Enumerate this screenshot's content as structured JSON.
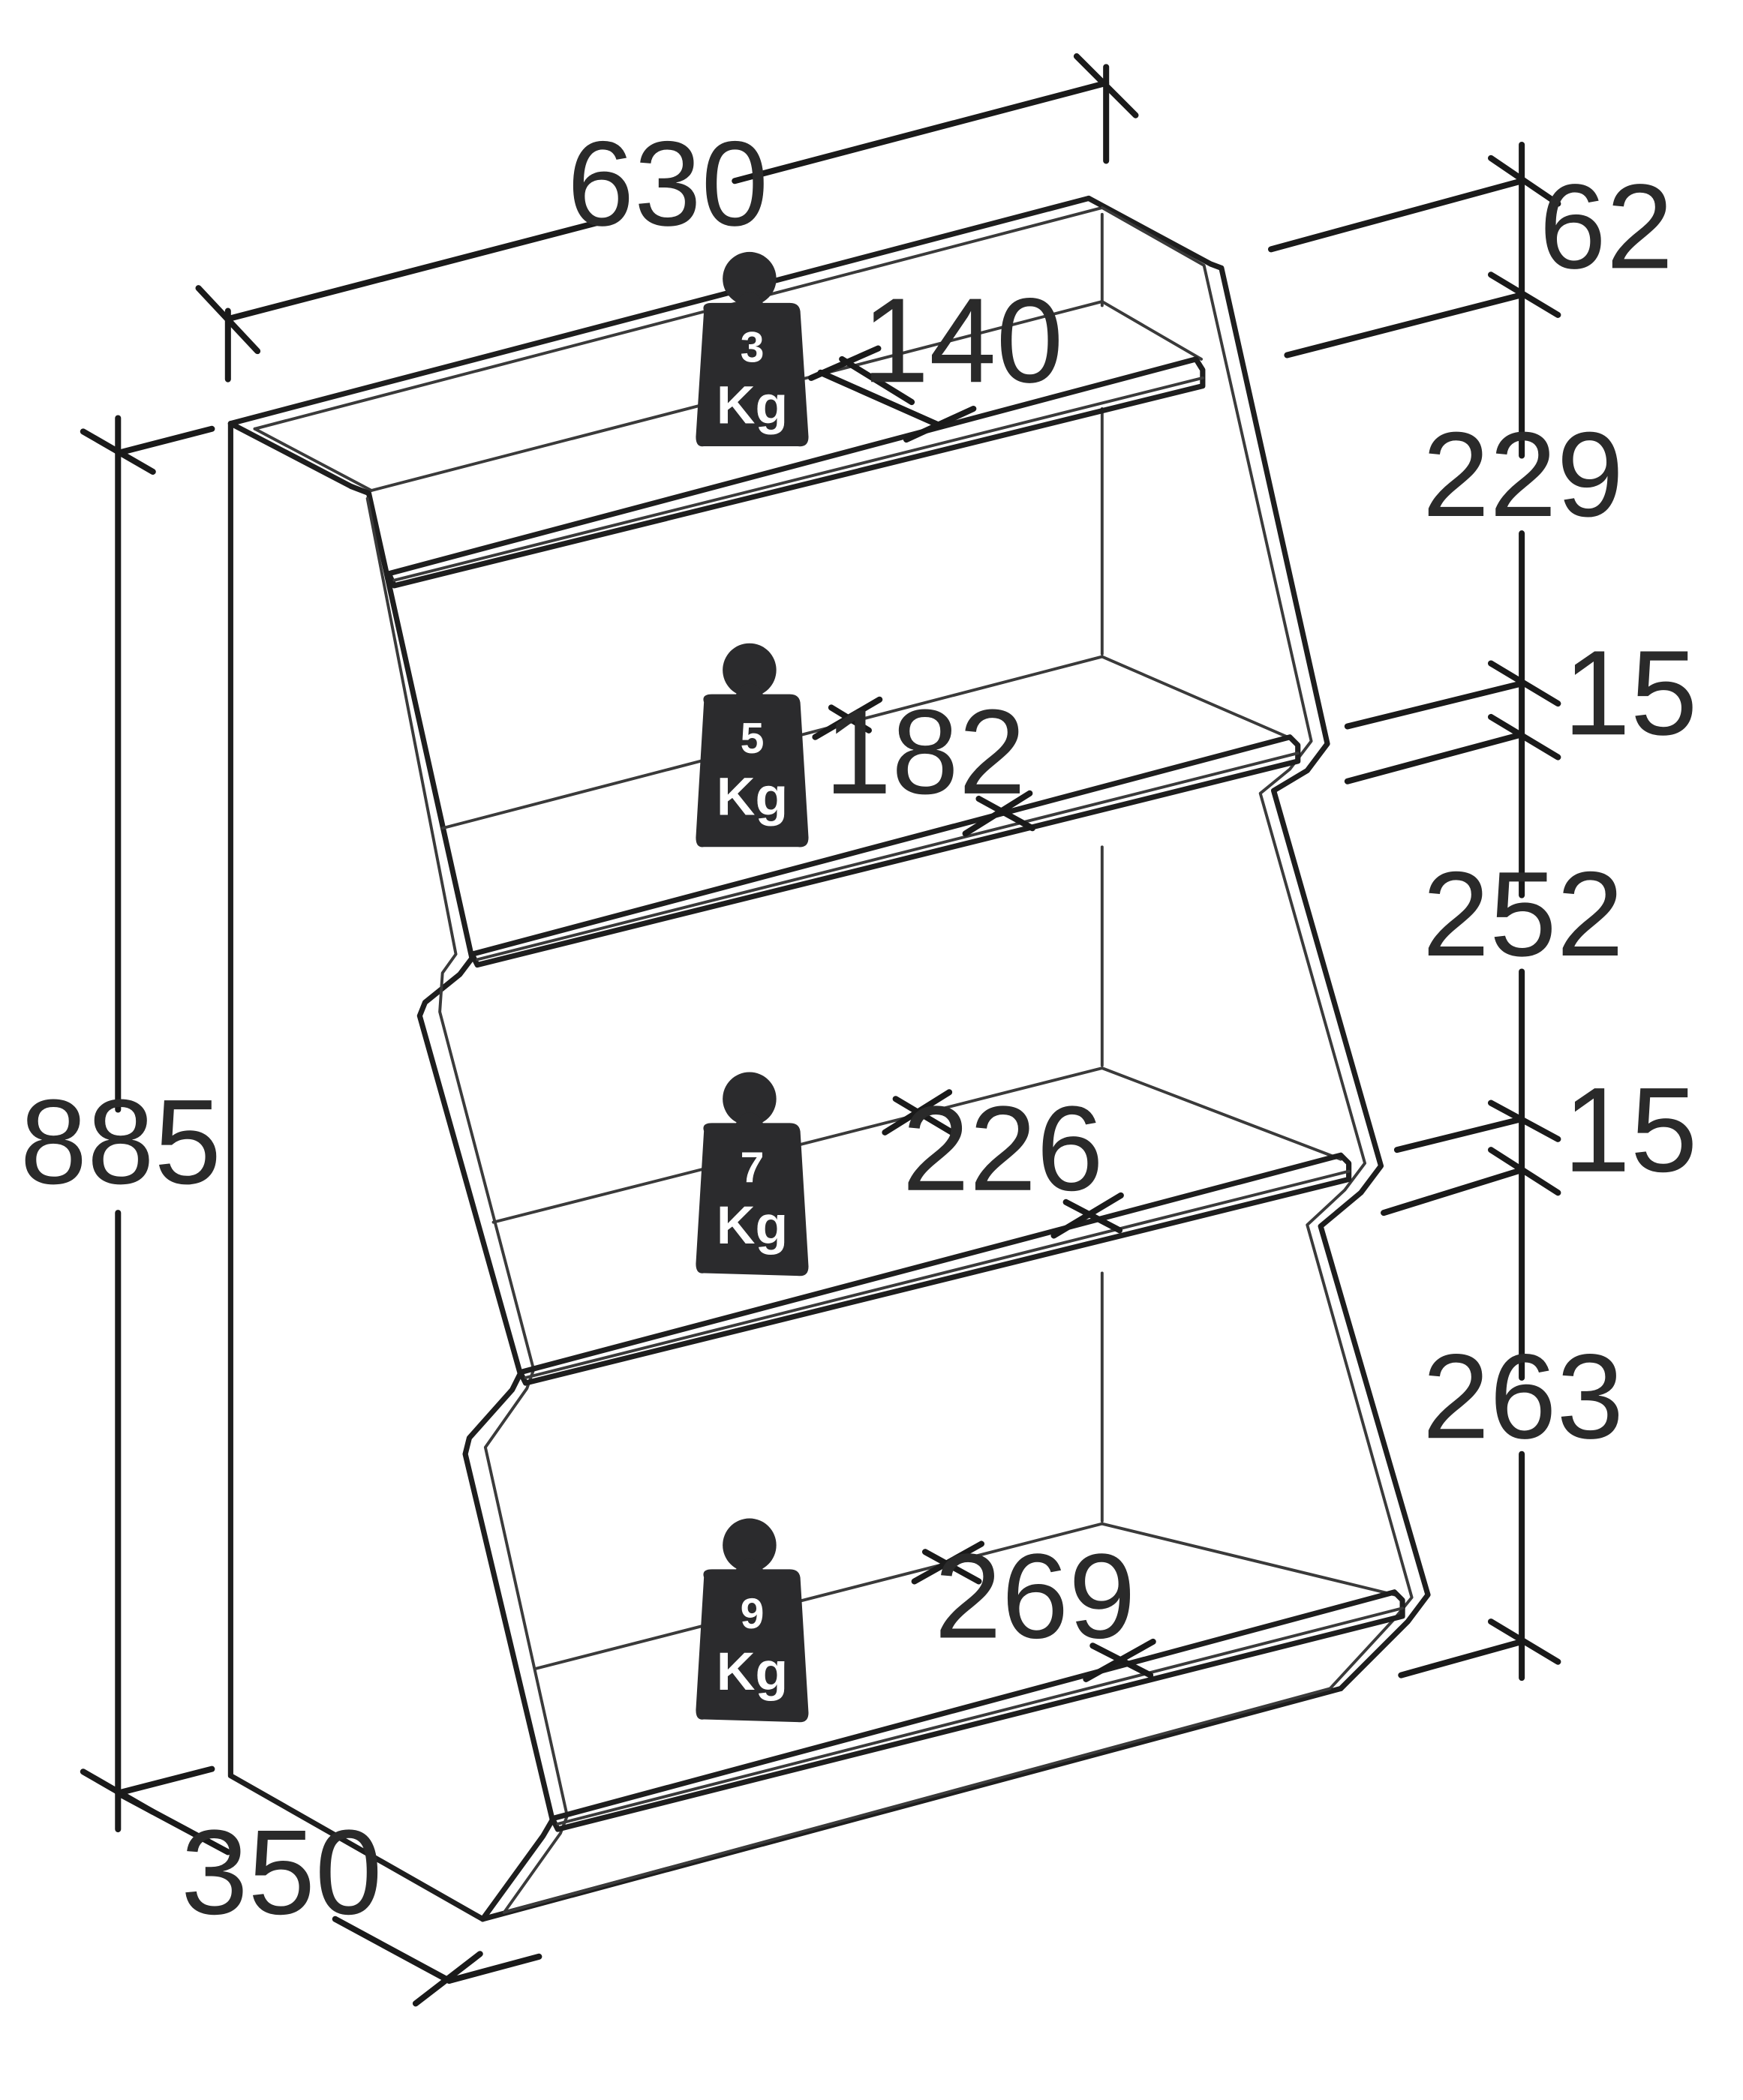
{
  "colors": {
    "ink": "#1e1e1e",
    "text": "#2a2a2a",
    "weight_fill": "#2b2b2d",
    "weight_text": "#ffffff",
    "background": "#ffffff"
  },
  "dimensions": {
    "width": "630",
    "height": "885",
    "depth": "350",
    "top_rail": "62",
    "compartment_1": "229",
    "compartment_2": "252",
    "compartment_3": "263",
    "board_1": "15",
    "board_2": "15",
    "shelf_depth_1": "140",
    "shelf_depth_2": "182",
    "shelf_depth_3": "226",
    "shelf_depth_4": "269"
  },
  "weights": [
    {
      "value": "3",
      "unit": "Kg"
    },
    {
      "value": "5",
      "unit": "Kg"
    },
    {
      "value": "7",
      "unit": "Kg"
    },
    {
      "value": "9",
      "unit": "Kg"
    }
  ]
}
